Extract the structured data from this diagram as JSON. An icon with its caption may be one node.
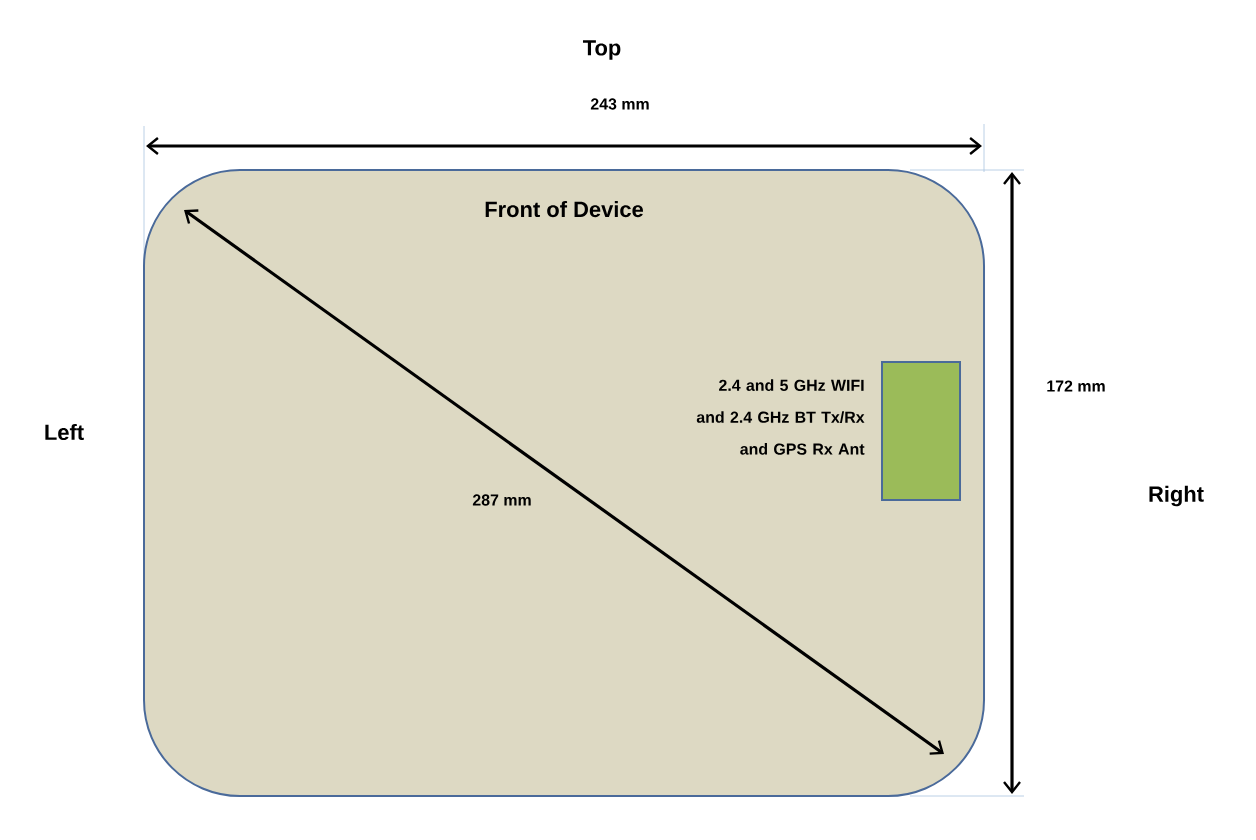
{
  "diagram": {
    "nodes": [
      {
        "text": [
          "Front of Device"
        ]
      },
      {
        "text": [],
        "shape": "box",
        "in": 0,
        "beside": [
          "2.4 and 5 GHz WIFI and 2.4 GHz BT Tx/Rx and GPS Rx Ant"
        ]
      }
    ],
    "edges": [],
    "labels": [
      "Top",
      "243 mm",
      "Left",
      "287 mm",
      "172 mm",
      "Right"
    ]
  }
}
